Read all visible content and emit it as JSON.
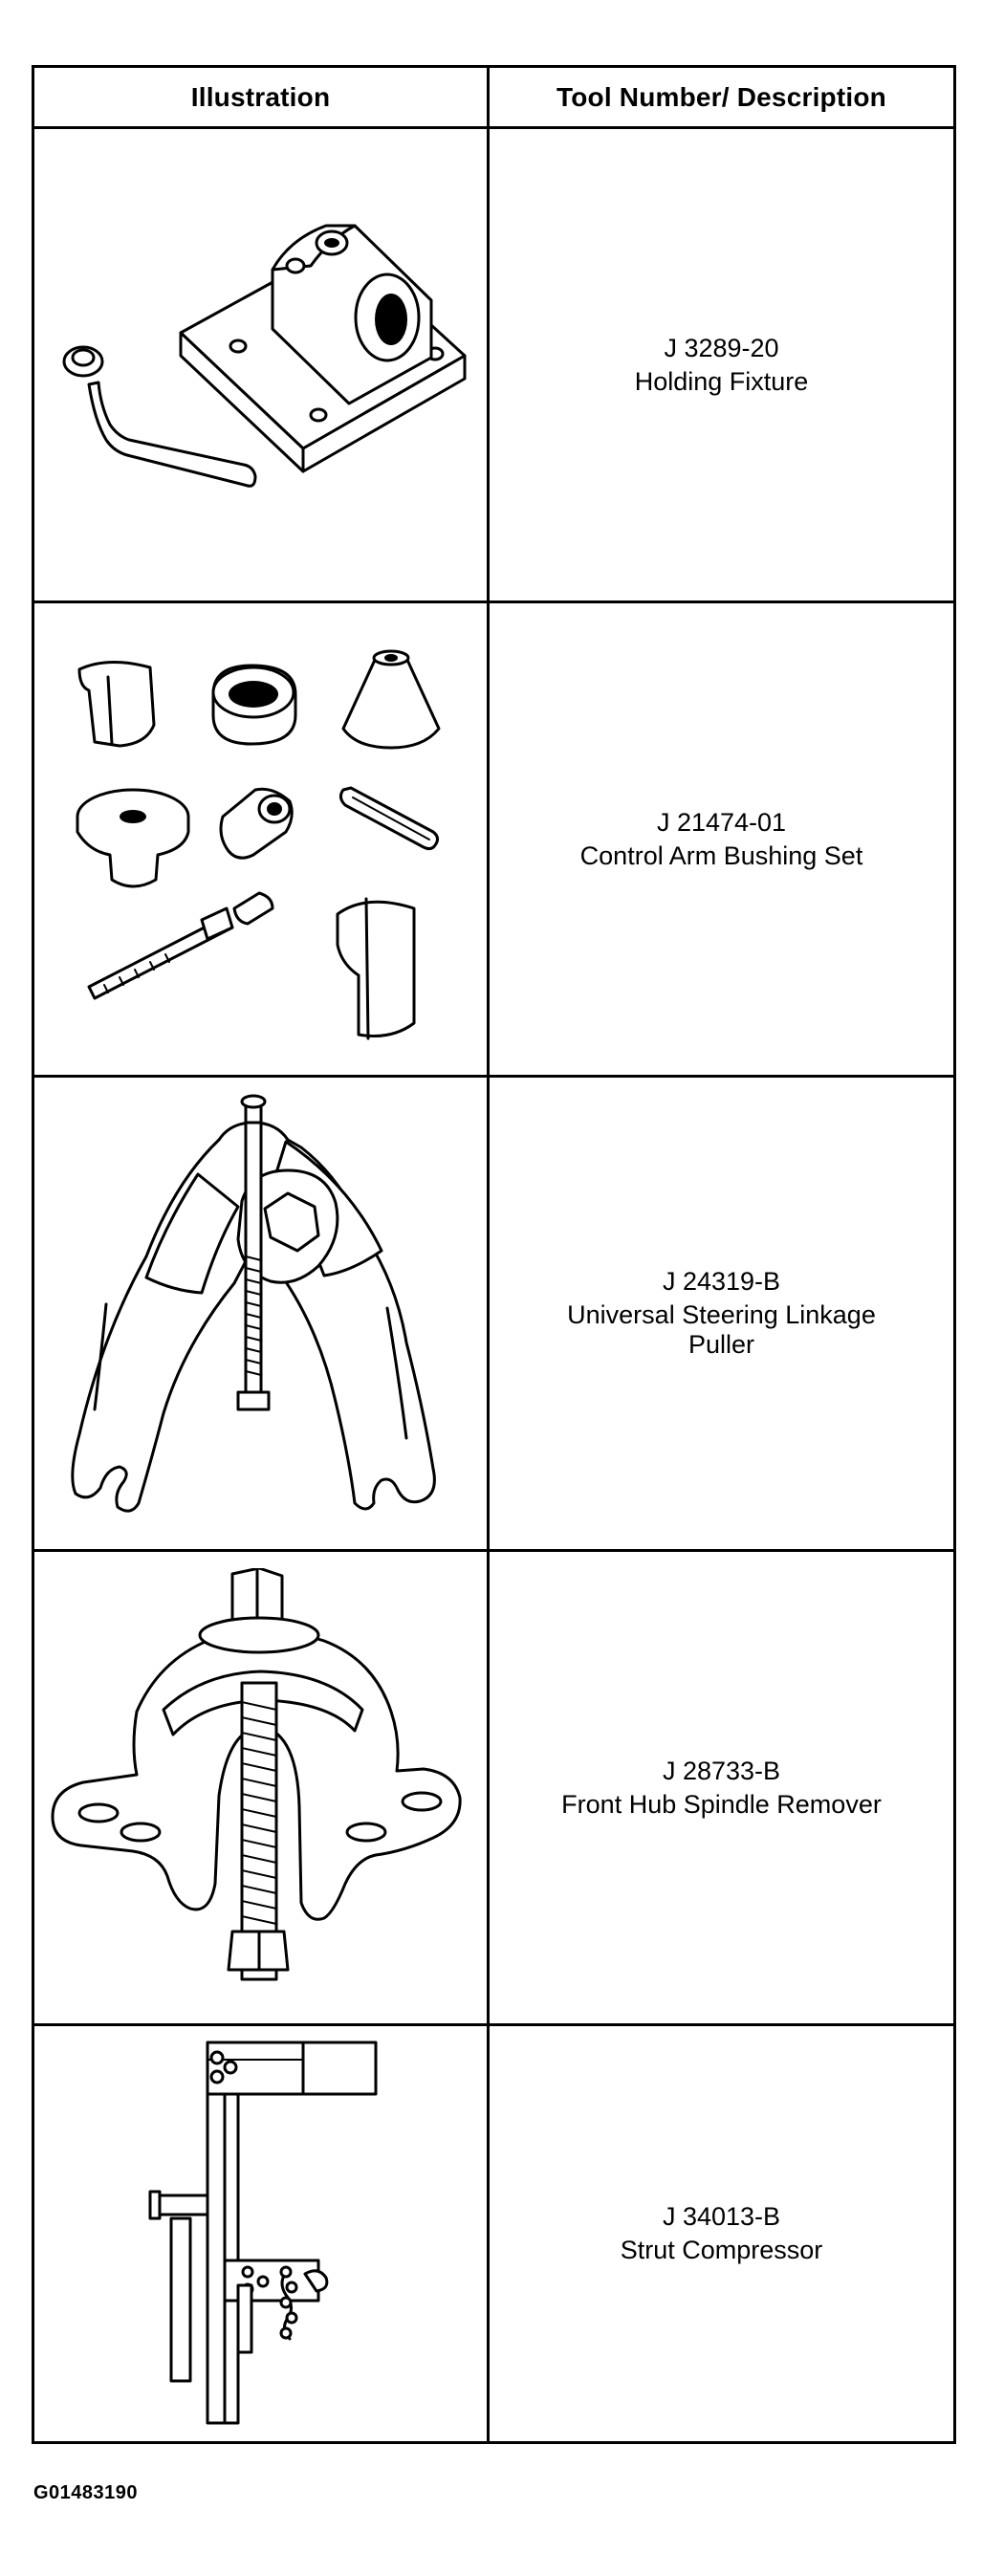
{
  "table": {
    "headers": {
      "illustration": "Illustration",
      "description": "Tool Number/ Description"
    },
    "rows": [
      {
        "tool_number": "J 3289-20",
        "description": "Holding Fixture",
        "icon": "holding-fixture-illustration"
      },
      {
        "tool_number": "J 21474-01",
        "description": "Control Arm Bushing Set",
        "icon": "bushing-set-illustration"
      },
      {
        "tool_number": "J 24319-B",
        "description": "Universal Steering Linkage\nPuller",
        "icon": "linkage-puller-illustration"
      },
      {
        "tool_number": "J 28733-B",
        "description": "Front Hub Spindle Remover",
        "icon": "spindle-remover-illustration"
      },
      {
        "tool_number": "J 34013-B",
        "description": "Strut Compressor",
        "icon": "strut-compressor-illustration"
      }
    ]
  },
  "figure_id": "G01483190"
}
